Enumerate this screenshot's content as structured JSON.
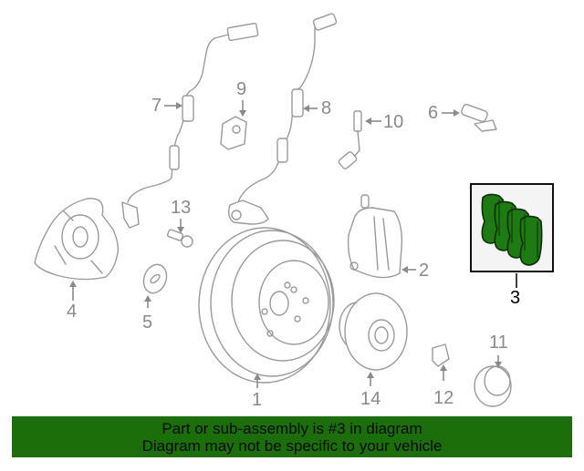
{
  "diagram": {
    "title": "Front brake assembly exploded view",
    "callouts": [
      {
        "id": "1",
        "label": "1",
        "part": "brake rotor"
      },
      {
        "id": "2",
        "label": "2",
        "part": "brake caliper"
      },
      {
        "id": "3",
        "label": "3",
        "part": "brake pads",
        "highlighted": true
      },
      {
        "id": "4",
        "label": "4",
        "part": "splash shield"
      },
      {
        "id": "5",
        "label": "5",
        "part": "washer"
      },
      {
        "id": "6",
        "label": "6",
        "part": "wear sensor"
      },
      {
        "id": "7",
        "label": "7",
        "part": "ABS sensor harness"
      },
      {
        "id": "8",
        "label": "8",
        "part": "ABS sensor harness"
      },
      {
        "id": "9",
        "label": "9",
        "part": "bracket"
      },
      {
        "id": "10",
        "label": "10",
        "part": "brake hose"
      },
      {
        "id": "11",
        "label": "11",
        "part": "dust cap"
      },
      {
        "id": "12",
        "label": "12",
        "part": "nut"
      },
      {
        "id": "13",
        "label": "13",
        "part": "bolt"
      },
      {
        "id": "14",
        "label": "14",
        "part": "wheel hub"
      }
    ],
    "highlight_color": "#1e7a12"
  },
  "banner": {
    "line1": "Part or sub-assembly is #3 in diagram",
    "line2": "Diagram may not be specific to your vehicle",
    "background": "#1b6e0a"
  }
}
